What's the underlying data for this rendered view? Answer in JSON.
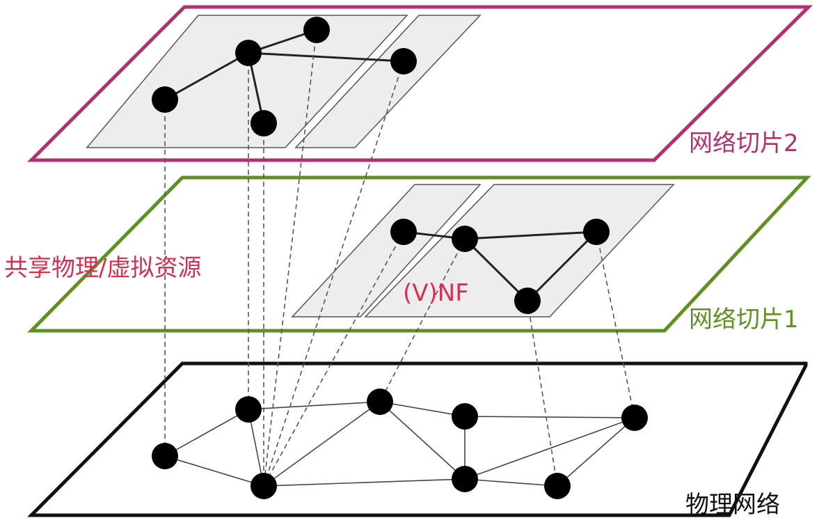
{
  "labels": {
    "slice2": "网络切片2",
    "slice1": "网络切片1",
    "physical": "物理网络",
    "shared": "共享物理/虚拟资源",
    "vnf": "(V)NF"
  },
  "colors": {
    "slice2": "#b5306f",
    "slice1": "#5f9122",
    "physical": "#111111",
    "annotation": "#d62f4f"
  }
}
